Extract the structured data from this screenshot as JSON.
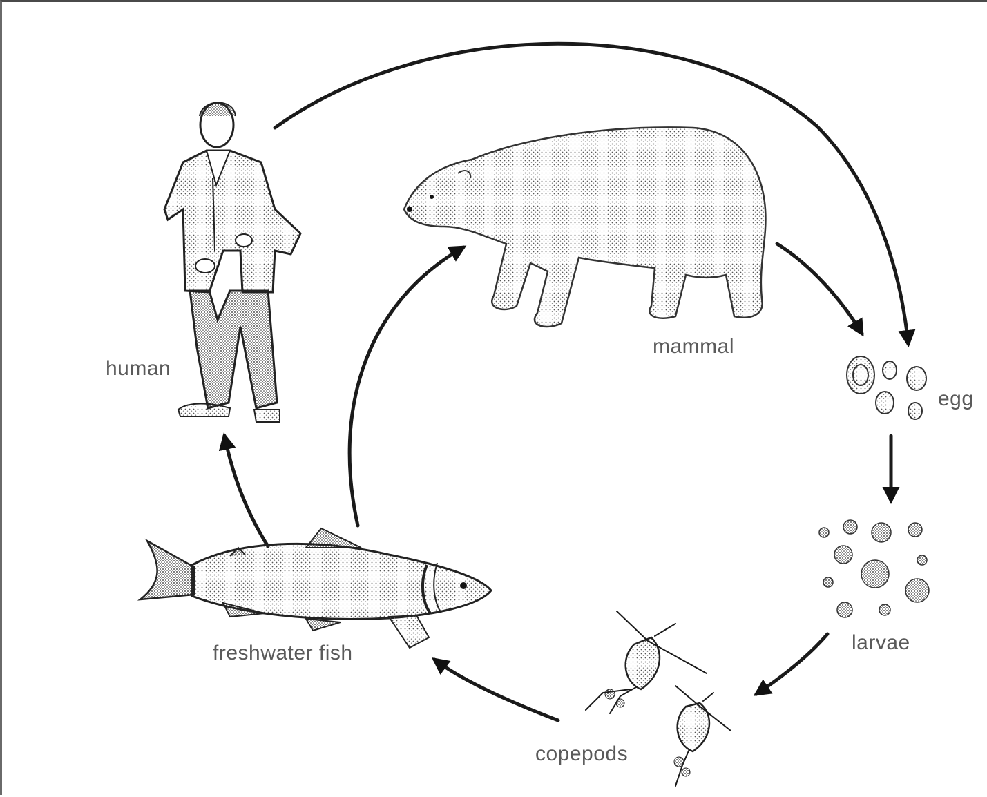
{
  "diagram": {
    "labels": {
      "human": "human",
      "mammal": "mammal",
      "egg": "egg",
      "larvae": "larvae",
      "copepods": "copepods",
      "freshwater_fish": "freshwater fish"
    },
    "colors": {
      "ink": "#1a1a1a",
      "label": "#5a5a5a",
      "background": "#ffffff"
    }
  }
}
